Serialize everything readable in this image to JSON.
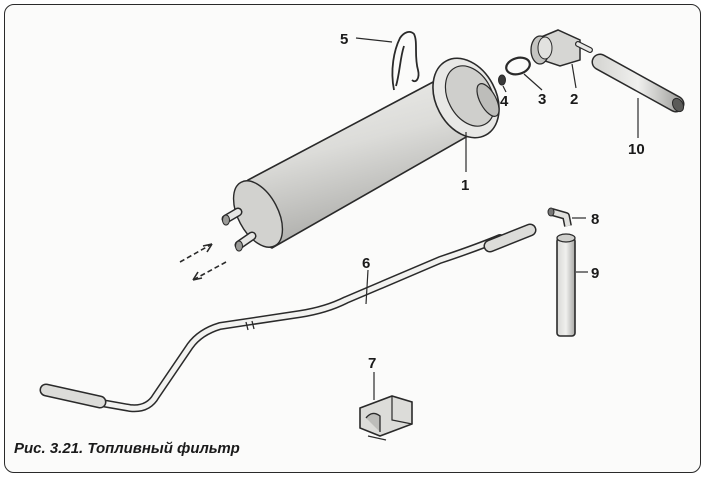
{
  "caption": "Рис. 3.21. Топливный фильтр",
  "callouts": {
    "c1": "1",
    "c2": "2",
    "c3": "3",
    "c4": "4",
    "c5": "5",
    "c6": "6",
    "c7": "7",
    "c8": "8",
    "c9": "9",
    "c10": "10"
  },
  "colors": {
    "ink": "#2a2a2a",
    "part_fill": "#e4e4e2",
    "part_shadow": "#b8b8b5"
  }
}
